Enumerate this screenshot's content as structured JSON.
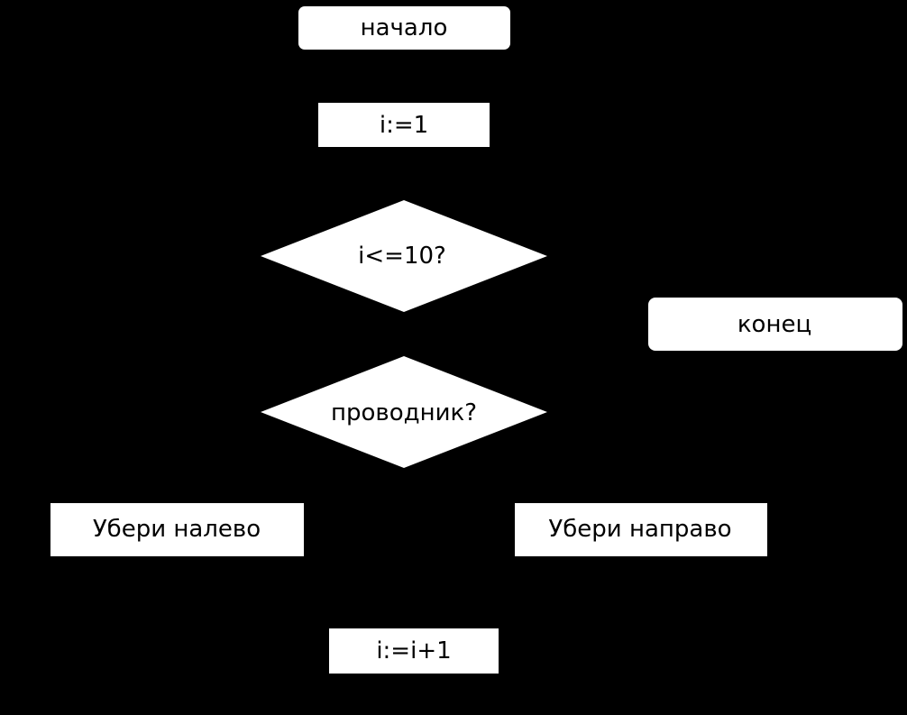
{
  "colors": {
    "background": "#000000",
    "node_fill": "#ffffff",
    "text": "#000000"
  },
  "flowchart": {
    "start": "начало",
    "init": "i:=1",
    "condition": "i<=10?",
    "end": "конец",
    "check": "проводник?",
    "left_action": "Убери налево",
    "right_action": "Убери направо",
    "increment": "i:=i+1"
  }
}
